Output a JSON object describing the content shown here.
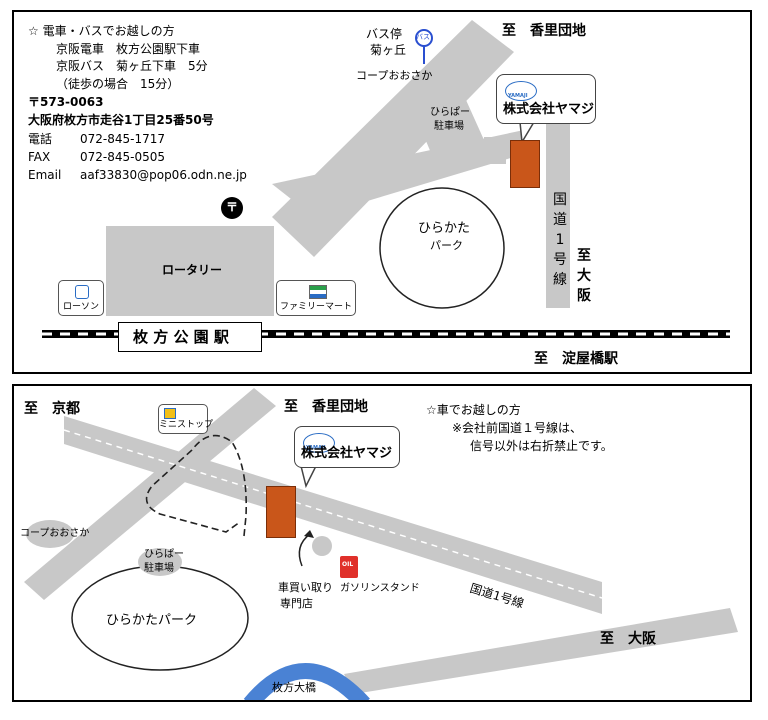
{
  "top": {
    "info": {
      "line1": "☆ 電車・バスでお越しの方",
      "line2": "京阪電車　枚方公園駅下車",
      "line3": "京阪バス　菊ヶ丘下車　5分",
      "line4": "（徒歩の場合　15分）",
      "postal": "〒573-0063",
      "address": "大阪府枚方市走谷1丁目25番50号",
      "tel_label": "電話",
      "tel": "072-845-1717",
      "fax_label": "FAX",
      "fax": "072-845-0505",
      "email_label": "Email",
      "email": "aaf33830@pop06.odn.ne.jp"
    },
    "company": "株式会社ヤマジ",
    "logo_text": "YAMAJI",
    "bus_stop": "バス停",
    "bus_stop_name": "菊ヶ丘",
    "bus_icon_text": "バス",
    "coop": "コープおおさか",
    "parking_line1": "ひらぱー",
    "parking_line2": "駐車場",
    "park_line1": "ひらかた",
    "park_line2": "パーク",
    "rotary": "ロータリー",
    "lawson": "ローソン",
    "familymart": "ファミリーマート",
    "station": "枚 方 公 園 駅",
    "to_kouri": "至　香里団地",
    "to_yodoyabashi": "至　淀屋橋駅",
    "route1_vertical": "国道1号線",
    "to_osaka_vertical": "至大阪",
    "post_office_symbol": "〒",
    "colors": {
      "road": "#c8c8c8",
      "building": "#c9561a",
      "river": "#4a82d4",
      "oil": "#e0302a"
    }
  },
  "bottom": {
    "to_kyoto": "至　京都",
    "to_kouri": "至　香里団地",
    "car_note1": "☆車でお越しの方",
    "car_note2": "※会社前国道１号線は、",
    "car_note3": "信号以外は右折禁止です。",
    "ministop": "ミニストップ",
    "company": "株式会社ヤマジ",
    "logo_text": "YAMAJI",
    "coop": "コープおおさか",
    "parking_line1": "ひらぱー",
    "parking_line2": "駐車場",
    "park": "ひらかたパーク",
    "car_shop_line1": "車買い取り",
    "car_shop_line2": "専門店",
    "gas": "ガソリンスタンド",
    "oil": "OIL",
    "route1": "国道1号線",
    "to_osaka": "至　大阪",
    "bridge": "枚方大橋"
  }
}
